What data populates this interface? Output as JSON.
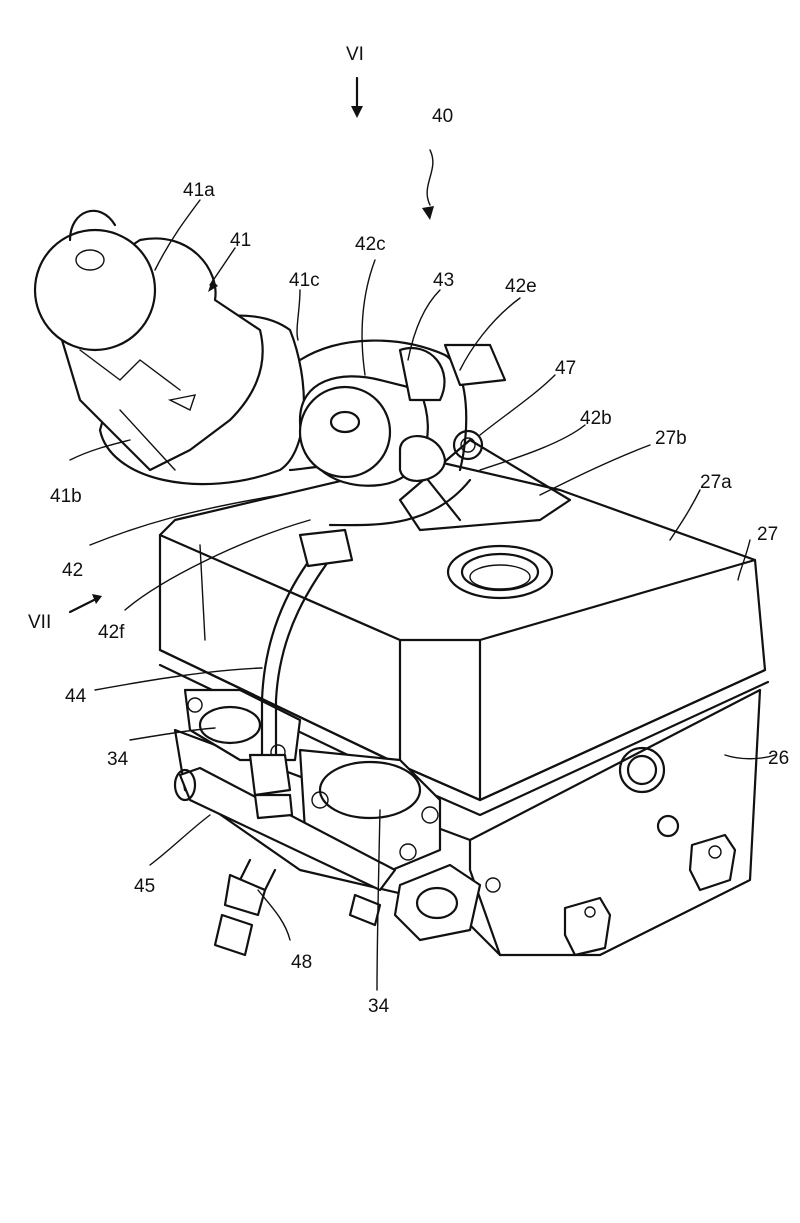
{
  "figure": {
    "view_arrow_top": "VI",
    "view_arrow_left": "VII",
    "labels": {
      "l40": "40",
      "l41": "41",
      "l41a": "41a",
      "l41b": "41b",
      "l41c": "41c",
      "l42": "42",
      "l42b": "42b",
      "l42c": "42c",
      "l42e": "42e",
      "l42f": "42f",
      "l43": "43",
      "l44": "44",
      "l45": "45",
      "l47": "47",
      "l48": "48",
      "l34a": "34",
      "l34b": "34",
      "l26": "26",
      "l27": "27",
      "l27a": "27a",
      "l27b": "27b"
    }
  }
}
